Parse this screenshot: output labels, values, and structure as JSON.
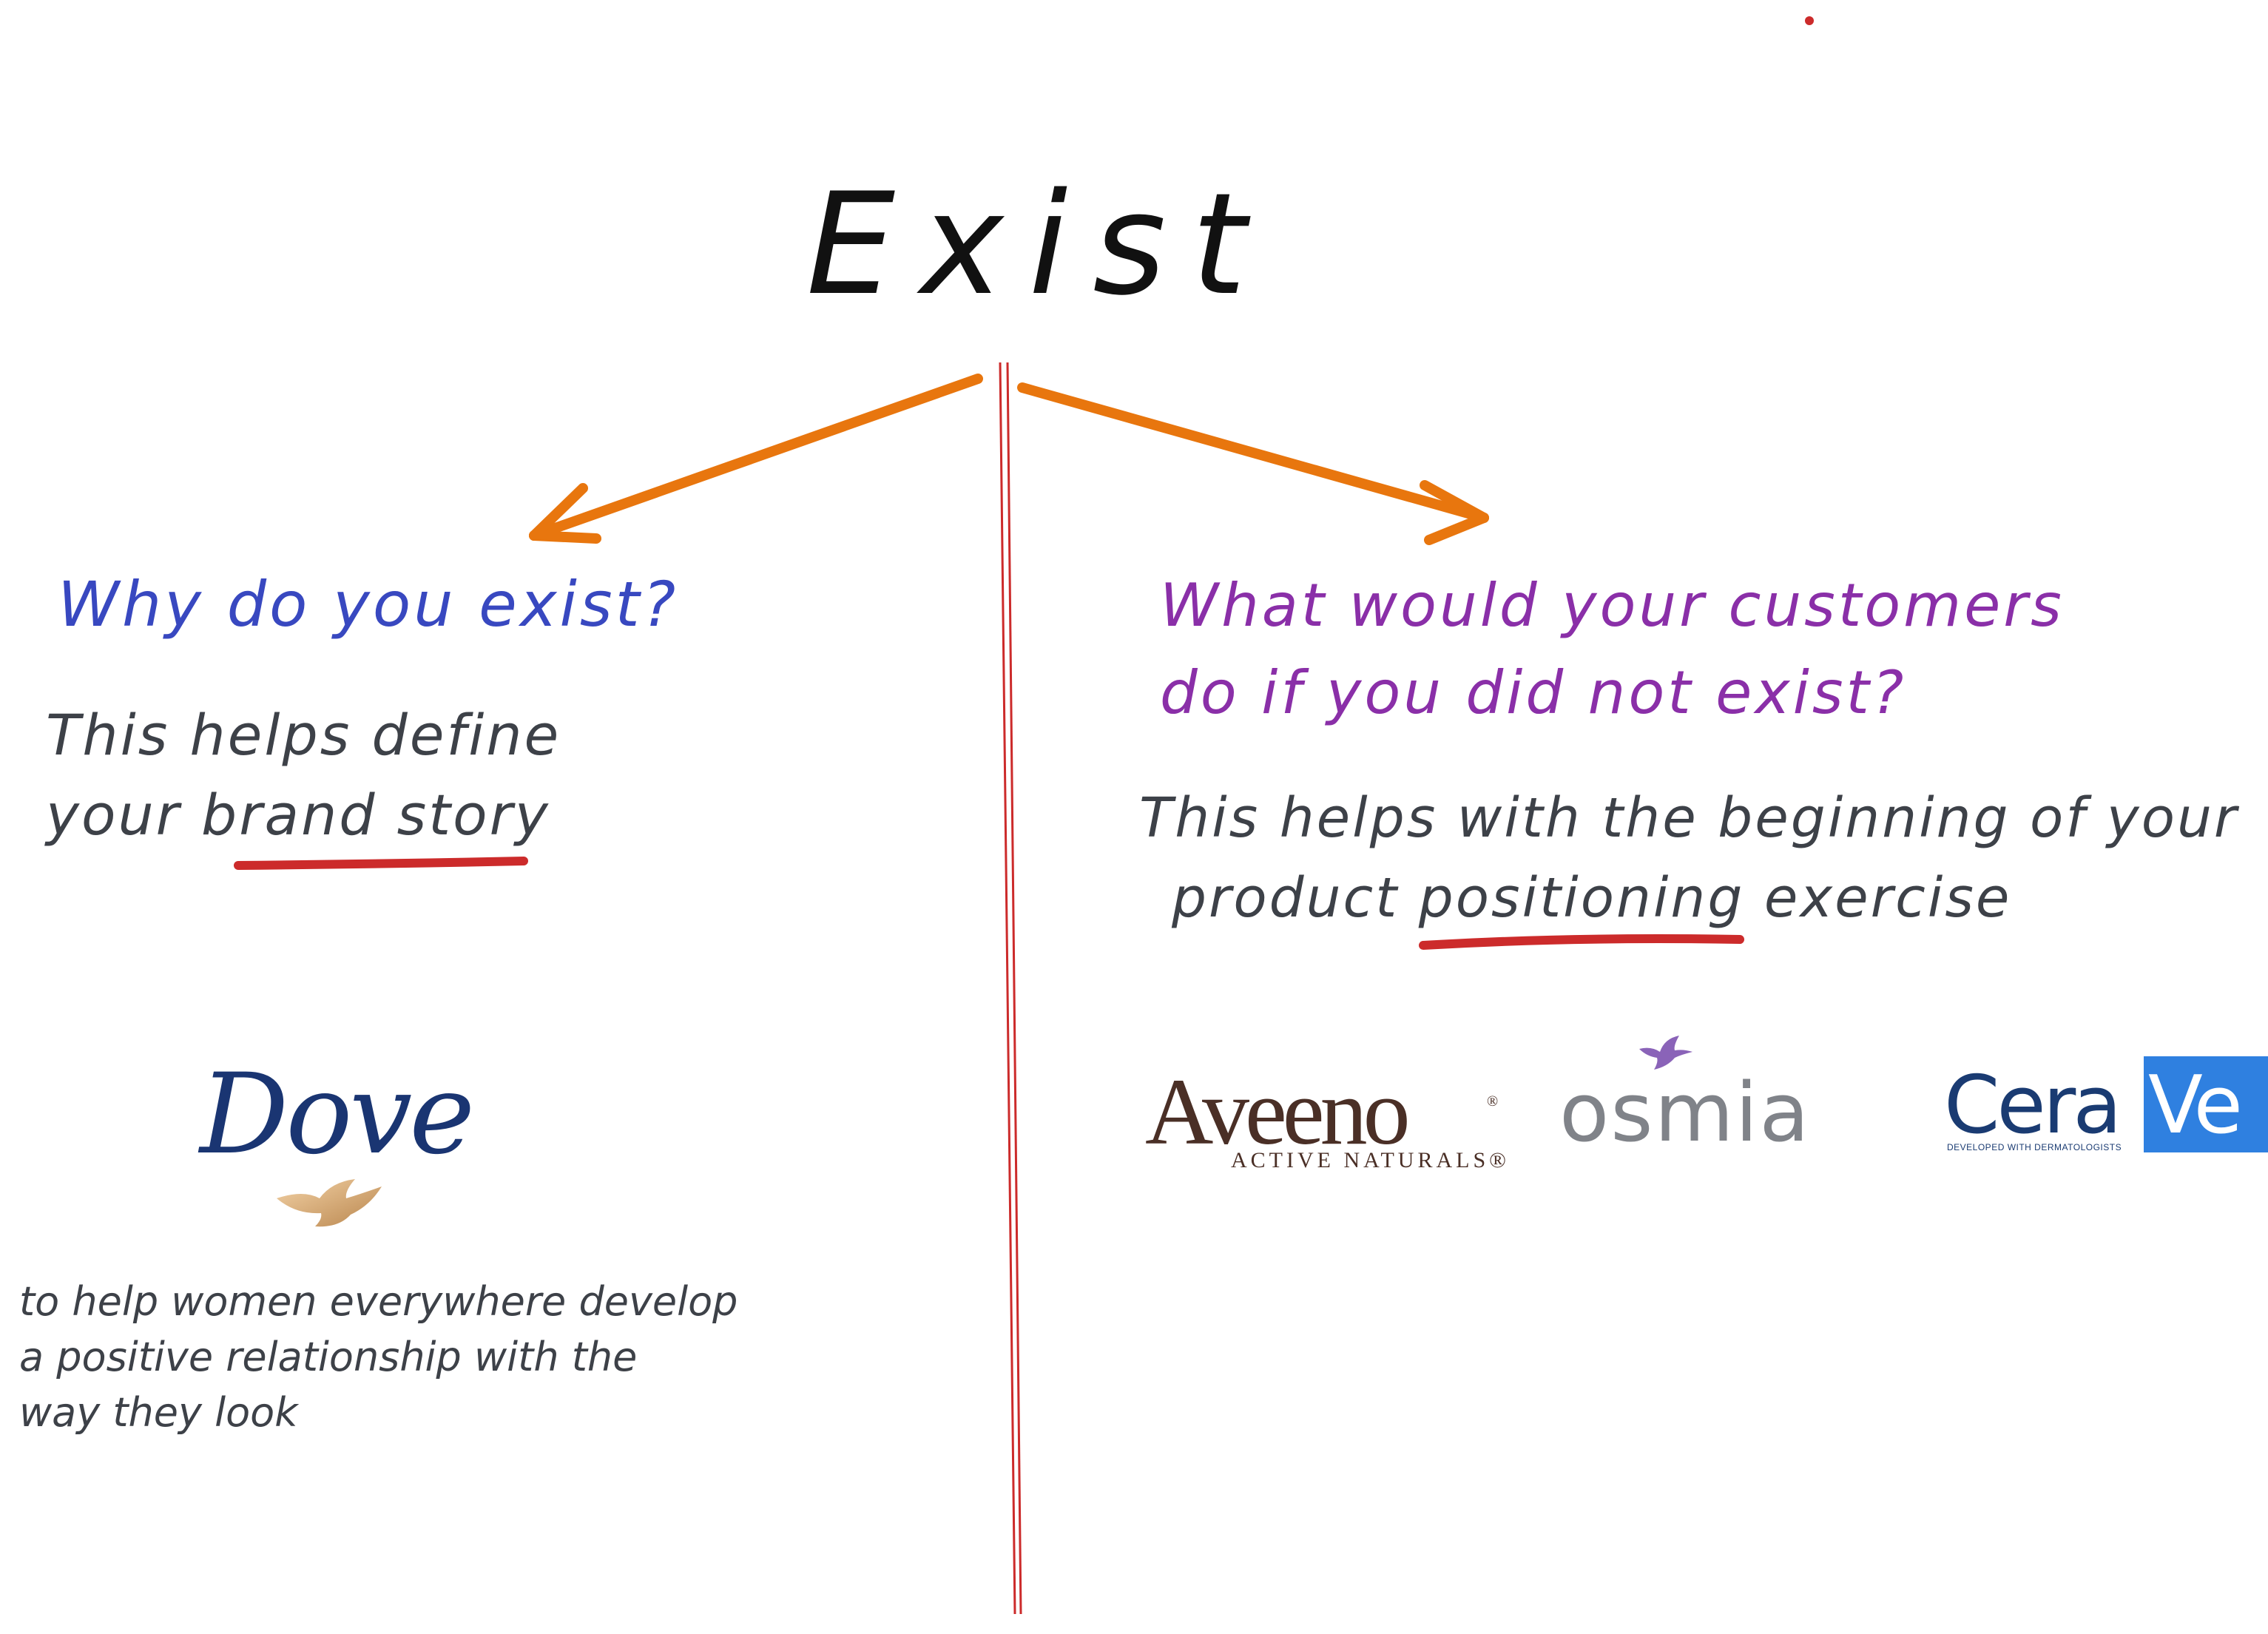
{
  "title": "Exist",
  "left": {
    "question": "Why do you exist?",
    "note_lines": [
      "This helps define",
      "your brand story"
    ],
    "brand": {
      "name": "Dove",
      "mission_lines": [
        "to help women everywhere develop",
        "a positive relationship with the",
        "way they look"
      ]
    }
  },
  "right": {
    "question_lines": [
      "What would your customers",
      "do if you did not exist?"
    ],
    "note_lines": [
      "This helps with the beginning of your",
      "product positioning exercise"
    ],
    "brands": {
      "aveeno": {
        "name": "Aveeno",
        "mark": "®",
        "tagline": "ACTIVE NATURALS®"
      },
      "osmia": {
        "name": "osmia"
      },
      "cerave": {
        "name_part1": "Cera",
        "name_part2": "Ve",
        "tagline": "DEVELOPED WITH DERMATOLOGISTS"
      }
    }
  },
  "colors": {
    "arrow": "#e8760e",
    "divider": "#cc2b2b",
    "underline": "#cc2b2b",
    "left_question": "#3848c0",
    "right_question": "#8a2fa8",
    "note_text": "#3d4148"
  },
  "icons": [
    "arrow-left-icon",
    "arrow-right-icon",
    "dove-bird-icon",
    "hummingbird-icon"
  ]
}
